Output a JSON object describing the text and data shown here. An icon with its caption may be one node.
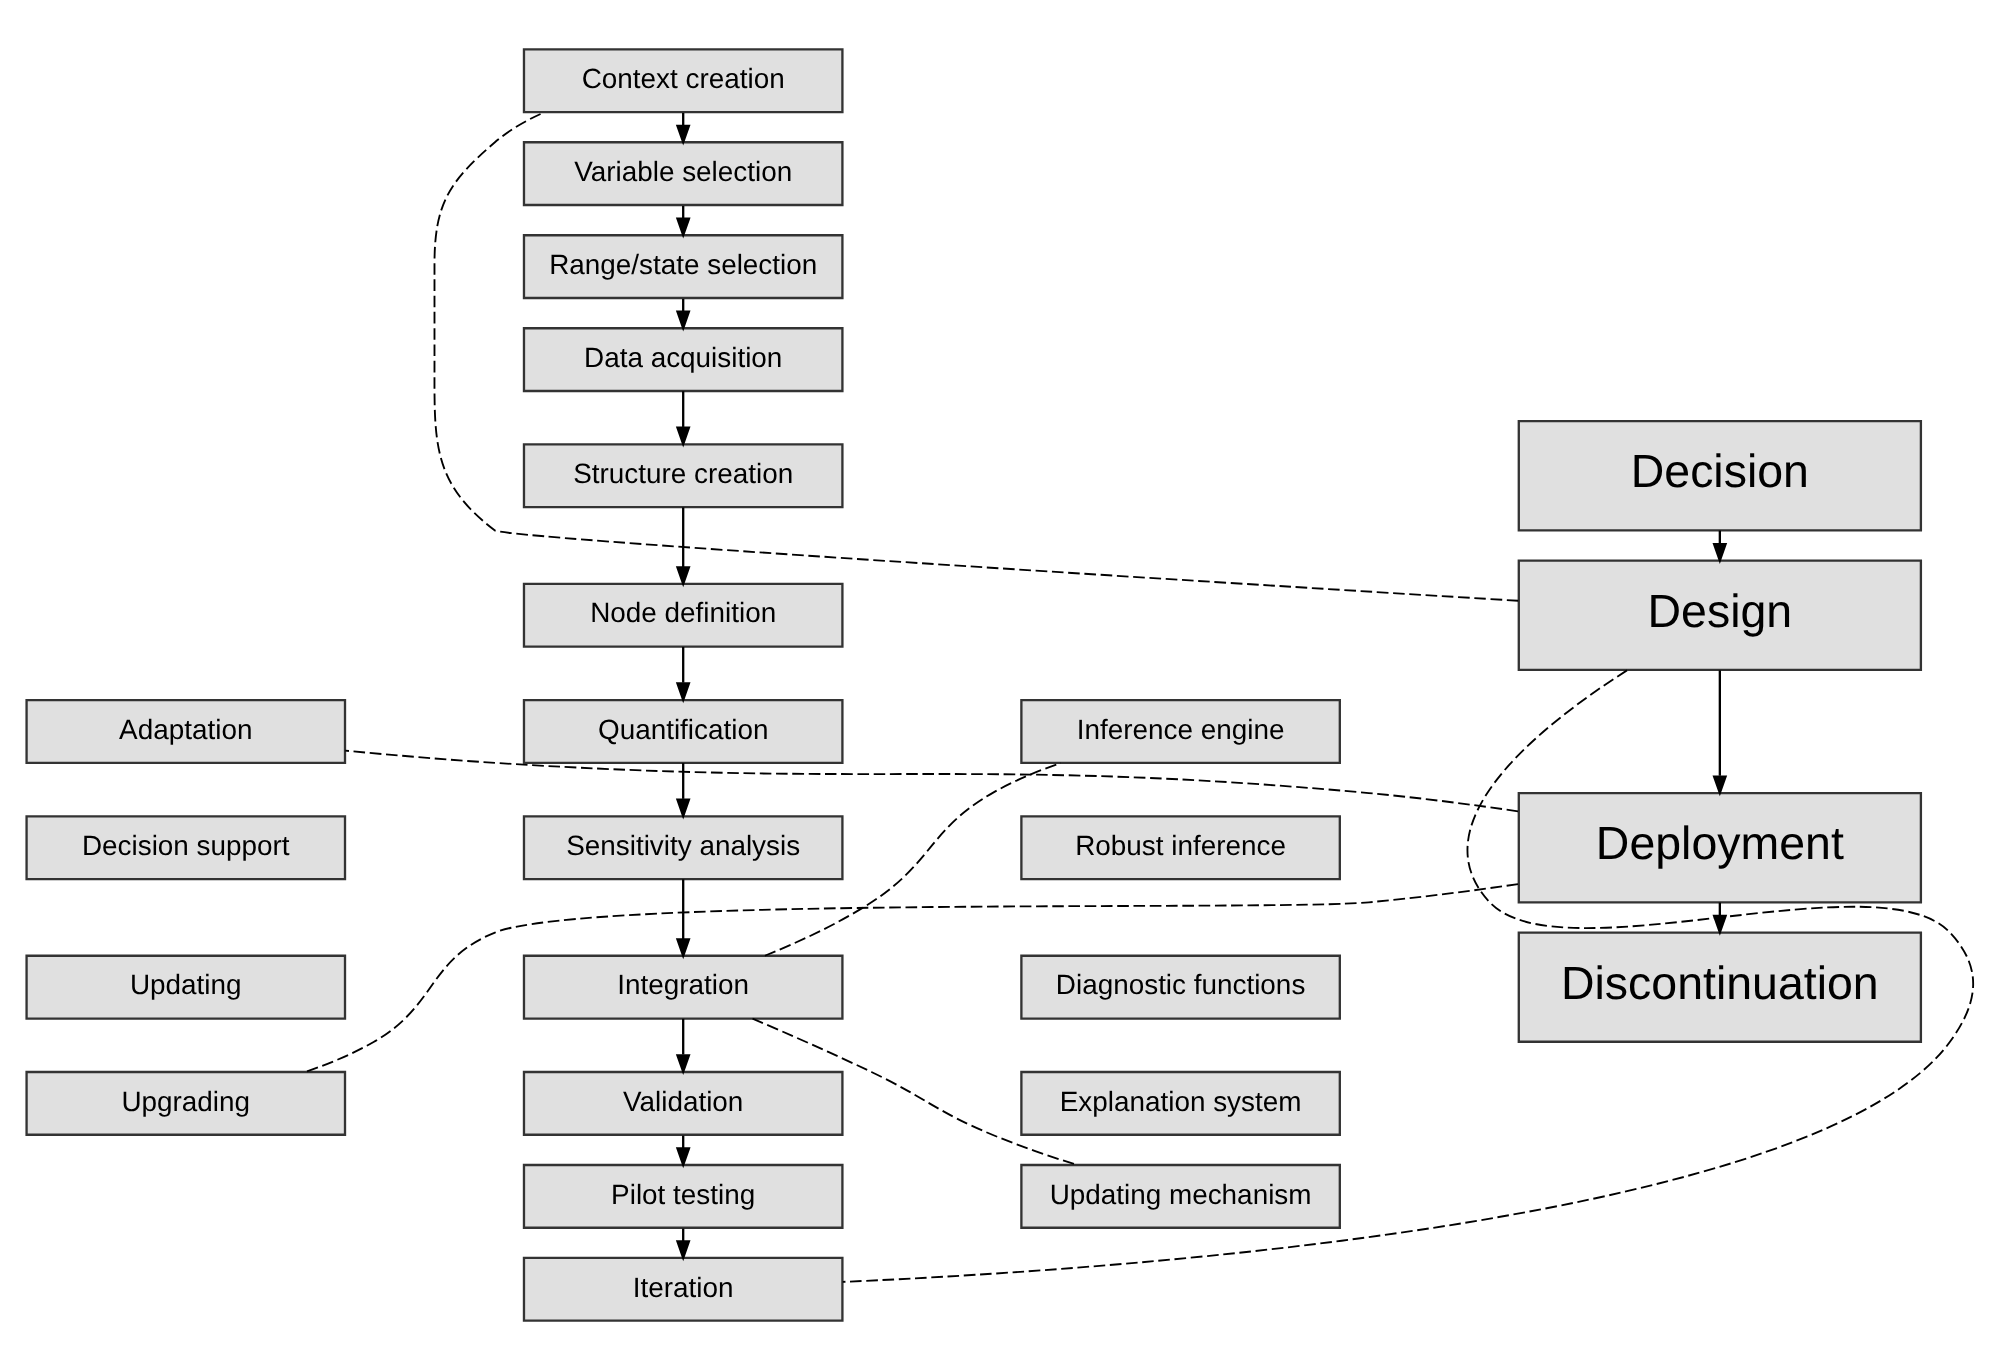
{
  "diagram": {
    "nodes": [
      {
        "text": [
          "Decision"
        ]
      },
      {
        "text": [
          "Design"
        ]
      },
      {
        "text": [
          "Deployment"
        ]
      },
      {
        "text": [
          "Discontinuation"
        ]
      },
      {
        "text": [
          "Adaptation"
        ]
      },
      {
        "text": [
          "Decision support"
        ]
      },
      {
        "text": [
          "Updating"
        ]
      },
      {
        "text": [
          "Upgrading"
        ]
      },
      {
        "text": [
          "Context creation"
        ]
      },
      {
        "text": [
          "Variable selection"
        ]
      },
      {
        "text": [
          "Range/state selection"
        ]
      },
      {
        "text": [
          "Data acquisition"
        ]
      },
      {
        "text": [
          "Structure creation"
        ]
      },
      {
        "text": [
          "Node definition"
        ]
      },
      {
        "text": [
          "Quantification"
        ]
      },
      {
        "text": [
          "Sensitivity analysis"
        ]
      },
      {
        "text": [
          "Integration"
        ]
      },
      {
        "text": [
          "Validation"
        ]
      },
      {
        "text": [
          "Pilot testing"
        ]
      },
      {
        "text": [
          "Iteration"
        ]
      },
      {
        "text": [
          "Inference engine"
        ]
      },
      {
        "text": [
          "Robust inference"
        ]
      },
      {
        "text": [
          "Diagnostic functions"
        ]
      },
      {
        "text": [
          "Explanation system"
        ]
      },
      {
        "text": [
          "Updating mechanism"
        ]
      }
    ],
    "edges": [
      {
        "from": 0,
        "to": 1,
        "arrow": "to"
      },
      {
        "from": 1,
        "to": 2,
        "arrow": "to"
      },
      {
        "from": 2,
        "to": 3,
        "arrow": "to"
      },
      {
        "from": 1,
        "to": 8,
        "arrow": "none",
        "style": "dashed"
      },
      {
        "from": 1,
        "to": 19,
        "arrow": "none",
        "style": "dashed"
      },
      {
        "from": 2,
        "to": 4,
        "arrow": "none",
        "style": "dashed"
      },
      {
        "from": 2,
        "to": 7,
        "arrow": "none",
        "style": "dashed"
      },
      {
        "from": 8,
        "to": 9,
        "arrow": "to"
      },
      {
        "from": 9,
        "to": 10,
        "arrow": "to"
      },
      {
        "from": 10,
        "to": 11,
        "arrow": "to"
      },
      {
        "from": 11,
        "to": 12,
        "arrow": "to"
      },
      {
        "from": 12,
        "to": 13,
        "arrow": "to"
      },
      {
        "from": 13,
        "to": 14,
        "arrow": "to"
      },
      {
        "from": 14,
        "to": 15,
        "arrow": "to"
      },
      {
        "from": 15,
        "to": 16,
        "arrow": "to"
      },
      {
        "from": 16,
        "to": 17,
        "arrow": "to"
      },
      {
        "from": 17,
        "to": 18,
        "arrow": "to"
      },
      {
        "from": 18,
        "to": 19,
        "arrow": "to"
      },
      {
        "from": 16,
        "to": 20,
        "arrow": "none",
        "style": "dashed"
      },
      {
        "from": 16,
        "to": 24,
        "arrow": "none",
        "style": "dashed"
      }
    ]
  }
}
